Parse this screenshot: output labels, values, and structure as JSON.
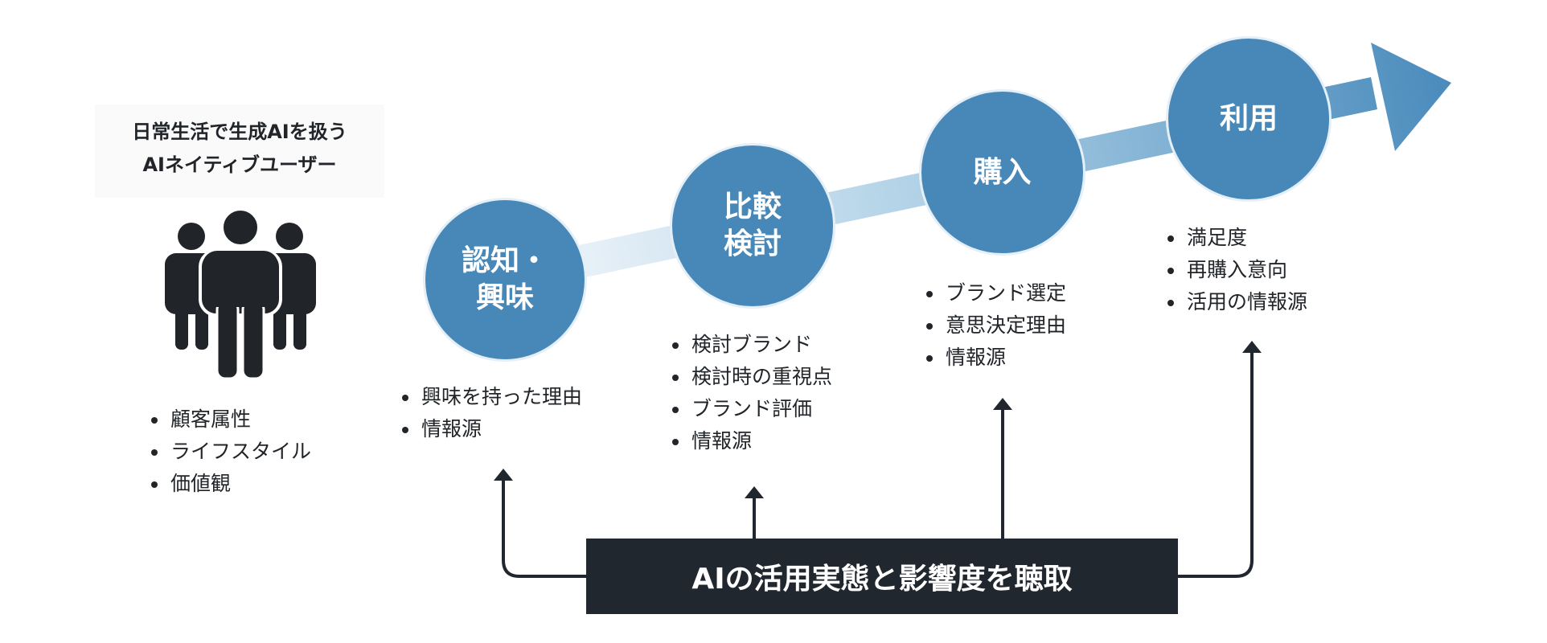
{
  "target": {
    "title_lines": [
      "日常生活で生成AIを扱う",
      "AIネイティブユーザー"
    ],
    "icon": "people-group-icon",
    "attributes": [
      "顧客属性",
      "ライフスタイル",
      "価値観"
    ]
  },
  "stages": [
    {
      "label_lines": [
        "認知・",
        "興味"
      ],
      "items": [
        "興味を持った理由",
        "情報源"
      ]
    },
    {
      "label_lines": [
        "比較",
        "検討"
      ],
      "items": [
        "検討ブランド",
        "検討時の重視点",
        "ブランド評価",
        "情報源"
      ]
    },
    {
      "label_lines": [
        "購入"
      ],
      "items": [
        "ブランド選定",
        "意思決定理由",
        "情報源"
      ]
    },
    {
      "label_lines": [
        "利用"
      ],
      "items": [
        "満足度",
        "再購入意向",
        "活用の情報源"
      ]
    }
  ],
  "hearing": {
    "label": "AIの活用実態と影響度を聴取"
  },
  "colors": {
    "circle": "#4888b8",
    "dark": "#21272e",
    "arrow_start": "#e8f1f8",
    "arrow_end": "#4a8bbc"
  }
}
